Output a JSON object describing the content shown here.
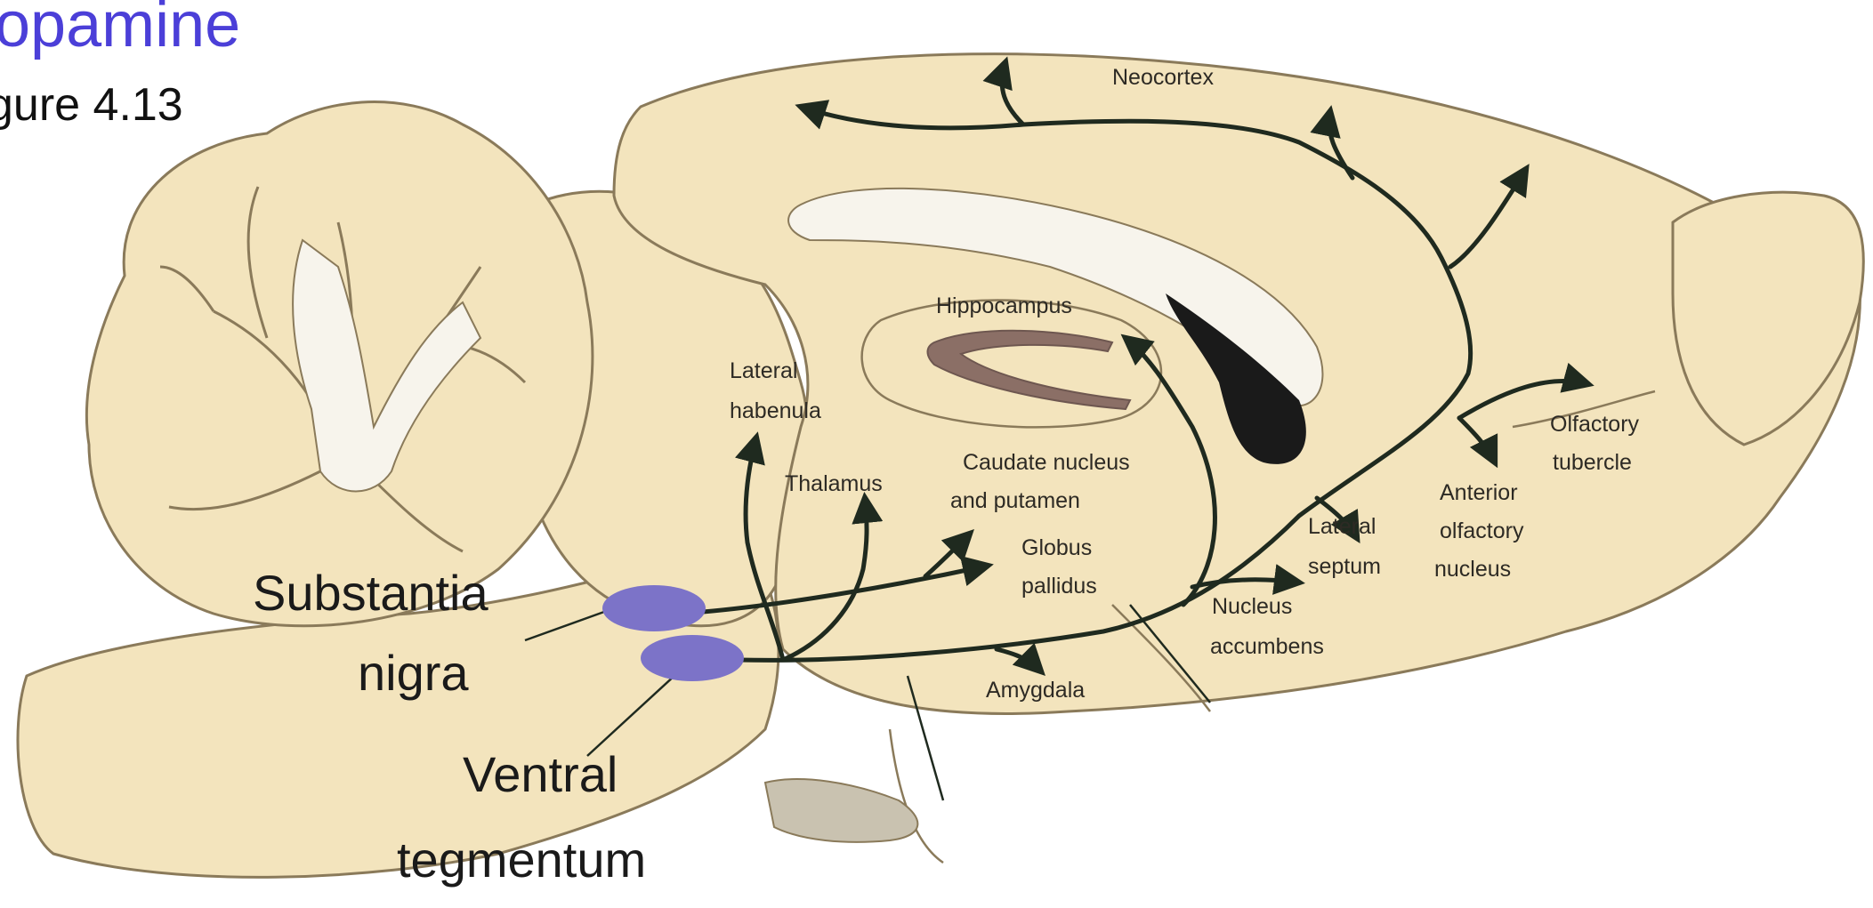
{
  "title": "opamine",
  "subtitle": "gure 4.13",
  "colors": {
    "brain_fill": "#f3e4bd",
    "outline": "#8a7a5a",
    "ventricle": "#f7f4ec",
    "pathway": "#1f2a1f",
    "nucleus_fill": "#7c73c8",
    "hippocampus_fill": "#8b6f66",
    "title": "#4b3fd8"
  },
  "labels": {
    "neocortex": "Neocortex",
    "hippocampus": "Hippocampus",
    "lateral_habenula_1": "Lateral",
    "lateral_habenula_2": "habenula",
    "thalamus": "Thalamus",
    "caudate_1": "Caudate nucleus",
    "caudate_2": "and putamen",
    "globus_1": "Globus",
    "globus_2": "pallidus",
    "amygdala": "Amygdala",
    "nucleus_accumbens_1": "Nucleus",
    "nucleus_accumbens_2": "accumbens",
    "lateral_septum_1": "Lateral",
    "lateral_septum_2": "septum",
    "anterior_olfactory_1": "Anterior",
    "anterior_olfactory_2": "olfactory",
    "anterior_olfactory_3": "nucleus",
    "olfactory_tubercle_1": "Olfactory",
    "olfactory_tubercle_2": "tubercle"
  },
  "big_labels": {
    "substantia_1": "Substantia",
    "substantia_2": "nigra",
    "ventral_1": "Ventral",
    "ventral_2": "tegmentum"
  }
}
